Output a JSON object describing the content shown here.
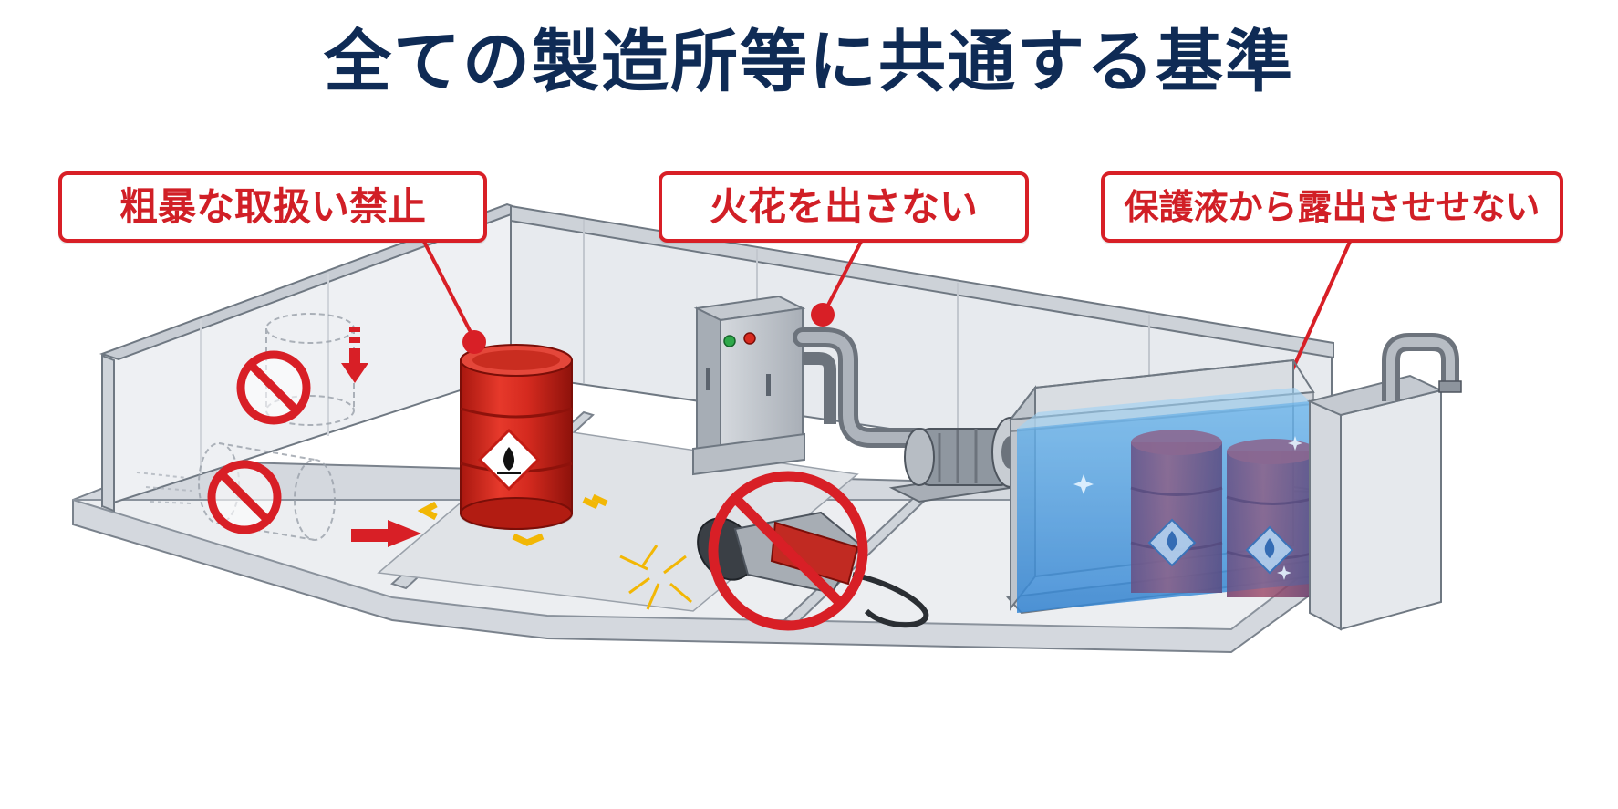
{
  "title": "全ての製造所等に共通する基準",
  "labels": {
    "rough_handling": "粗暴な取扱い禁止",
    "no_sparks": "火花を出さない",
    "protective_liquid": "保護液から露出させせない"
  },
  "colors": {
    "title": "#0f2b55",
    "accent_red": "#d81f26",
    "wall": "#e6e9ee",
    "floor": "#e3e6ea",
    "liquid": "#5aa9e6",
    "barrel_red": "#d62a1f"
  },
  "icons": [
    "prohibited-icon",
    "flame-hazard-icon",
    "grinder-icon",
    "motor-icon",
    "control-panel-icon",
    "barrel-icon",
    "pipe-icon"
  ]
}
